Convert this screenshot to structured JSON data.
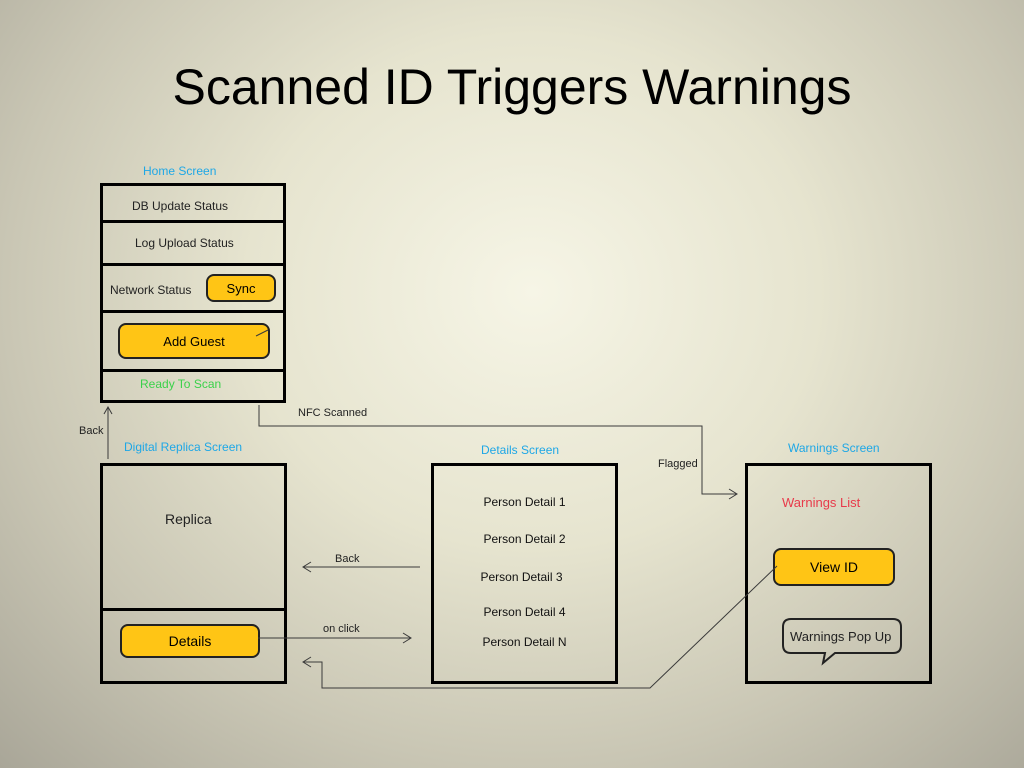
{
  "title": "Scanned ID Triggers Warnings",
  "home": {
    "label": "Home Screen",
    "db_update_status": "DB Update Status",
    "log_upload_status": "Log Upload Status",
    "network_status": "Network Status",
    "sync_label": "Sync",
    "add_guest_label": "Add Guest",
    "ready_to_scan": "Ready To Scan"
  },
  "replica": {
    "label": "Digital Replica Screen",
    "replica_text": "Replica",
    "details_label": "Details"
  },
  "details": {
    "label": "Details Screen",
    "items": [
      "Person Detail 1",
      "Person Detail 2",
      "Person Detail 3",
      "Person Detail 4",
      "Person Detail N"
    ]
  },
  "warnings": {
    "label": "Warnings Screen",
    "list_label": "Warnings List",
    "view_id_label": "View ID",
    "popup_label": "Warnings Pop Up"
  },
  "edges": {
    "back_home": "Back",
    "nfc_scanned": "NFC Scanned",
    "flagged": "Flagged",
    "back_details": "Back",
    "on_click": "on click"
  },
  "colors": {
    "button_fill": "#ffc515",
    "screen_label": "#1ea7e6",
    "ready_text": "#3ad14a",
    "warnings_list": "#e83a4a"
  }
}
